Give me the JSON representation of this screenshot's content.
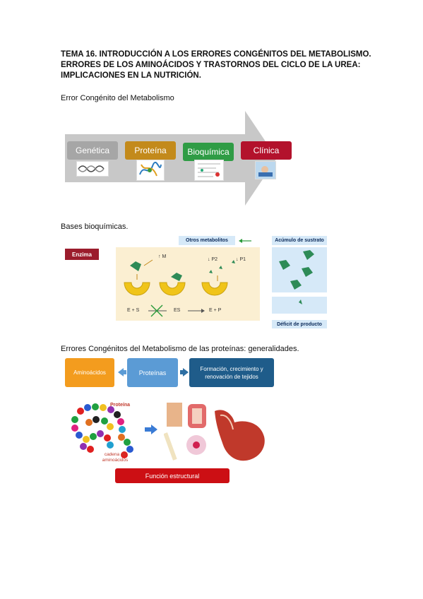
{
  "title": {
    "line1": "TEMA 16. INTRODUCCIÓN A LOS ERRORES CONGÉNITOS DEL METABOLISMO.",
    "line2": "ERRORES DE LOS AMINOÁCIDOS Y TRASTORNOS DEL CICLO DE LA UREA:",
    "line3": "IMPLICACIONES EN LA NUTRICIÓN."
  },
  "section1": {
    "heading": "Error Congénito del Metabolismo",
    "steps": [
      {
        "label": "Genética",
        "color": "#a6a6a6"
      },
      {
        "label": "Proteína",
        "color": "#c38a1b"
      },
      {
        "label": "Bioquímica",
        "color": "#2f9c45"
      },
      {
        "label": "Clínica",
        "color": "#b3122c"
      }
    ]
  },
  "section2": {
    "heading": "Bases bioquímicas.",
    "enzyme_label": "Enzima",
    "otros_metabolitos": "Otros metabolitos",
    "acumulo": "Acúmulo de sustrato",
    "deficit": "Déficit de producto",
    "m_label": "↑ M",
    "p2_label": "↓ P2",
    "p1_label": "↓ P1",
    "es_eq": "E + S",
    "es_mid": "ES",
    "ep_eq": "E + P"
  },
  "section3": {
    "heading": "Errores Congénitos del Metabolismo de las proteínas: generalidades.",
    "aminoacidos": "Aminoácidos",
    "proteinas": "Proteínas",
    "formacion": "Formación, crecimiento y renovación de tejidos",
    "proteina_label": "Proteína",
    "cadena_label": "cadena de aminoácidos",
    "funcion": "Función estructural"
  }
}
